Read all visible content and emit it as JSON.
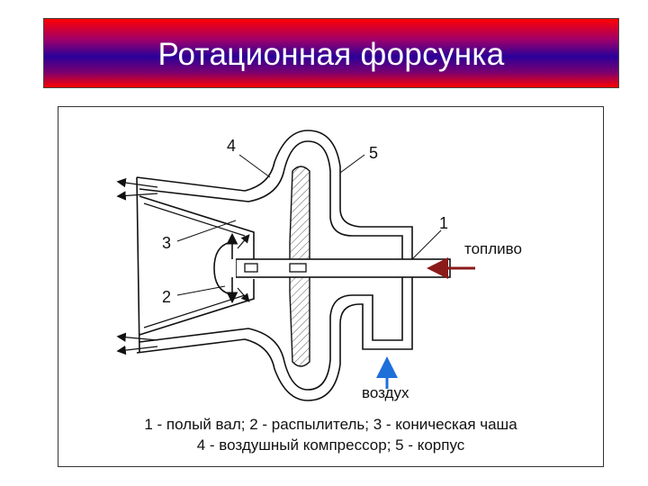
{
  "title": "Ротационная форсунка",
  "labels": {
    "n1": "1",
    "n2": "2",
    "n3": "3",
    "n4": "4",
    "n5": "5",
    "fuel": "топливо",
    "air": "воздух"
  },
  "caption": {
    "line1": "1 - полый вал; 2 - распылитель; 3 - коническая чаша",
    "line2": "4 - воздушный компрессор; 5 - корпус"
  },
  "colors": {
    "fuel_arrow": "#8b1a1a",
    "air_arrow": "#1e6fd9",
    "title_text": "#ffffff"
  }
}
